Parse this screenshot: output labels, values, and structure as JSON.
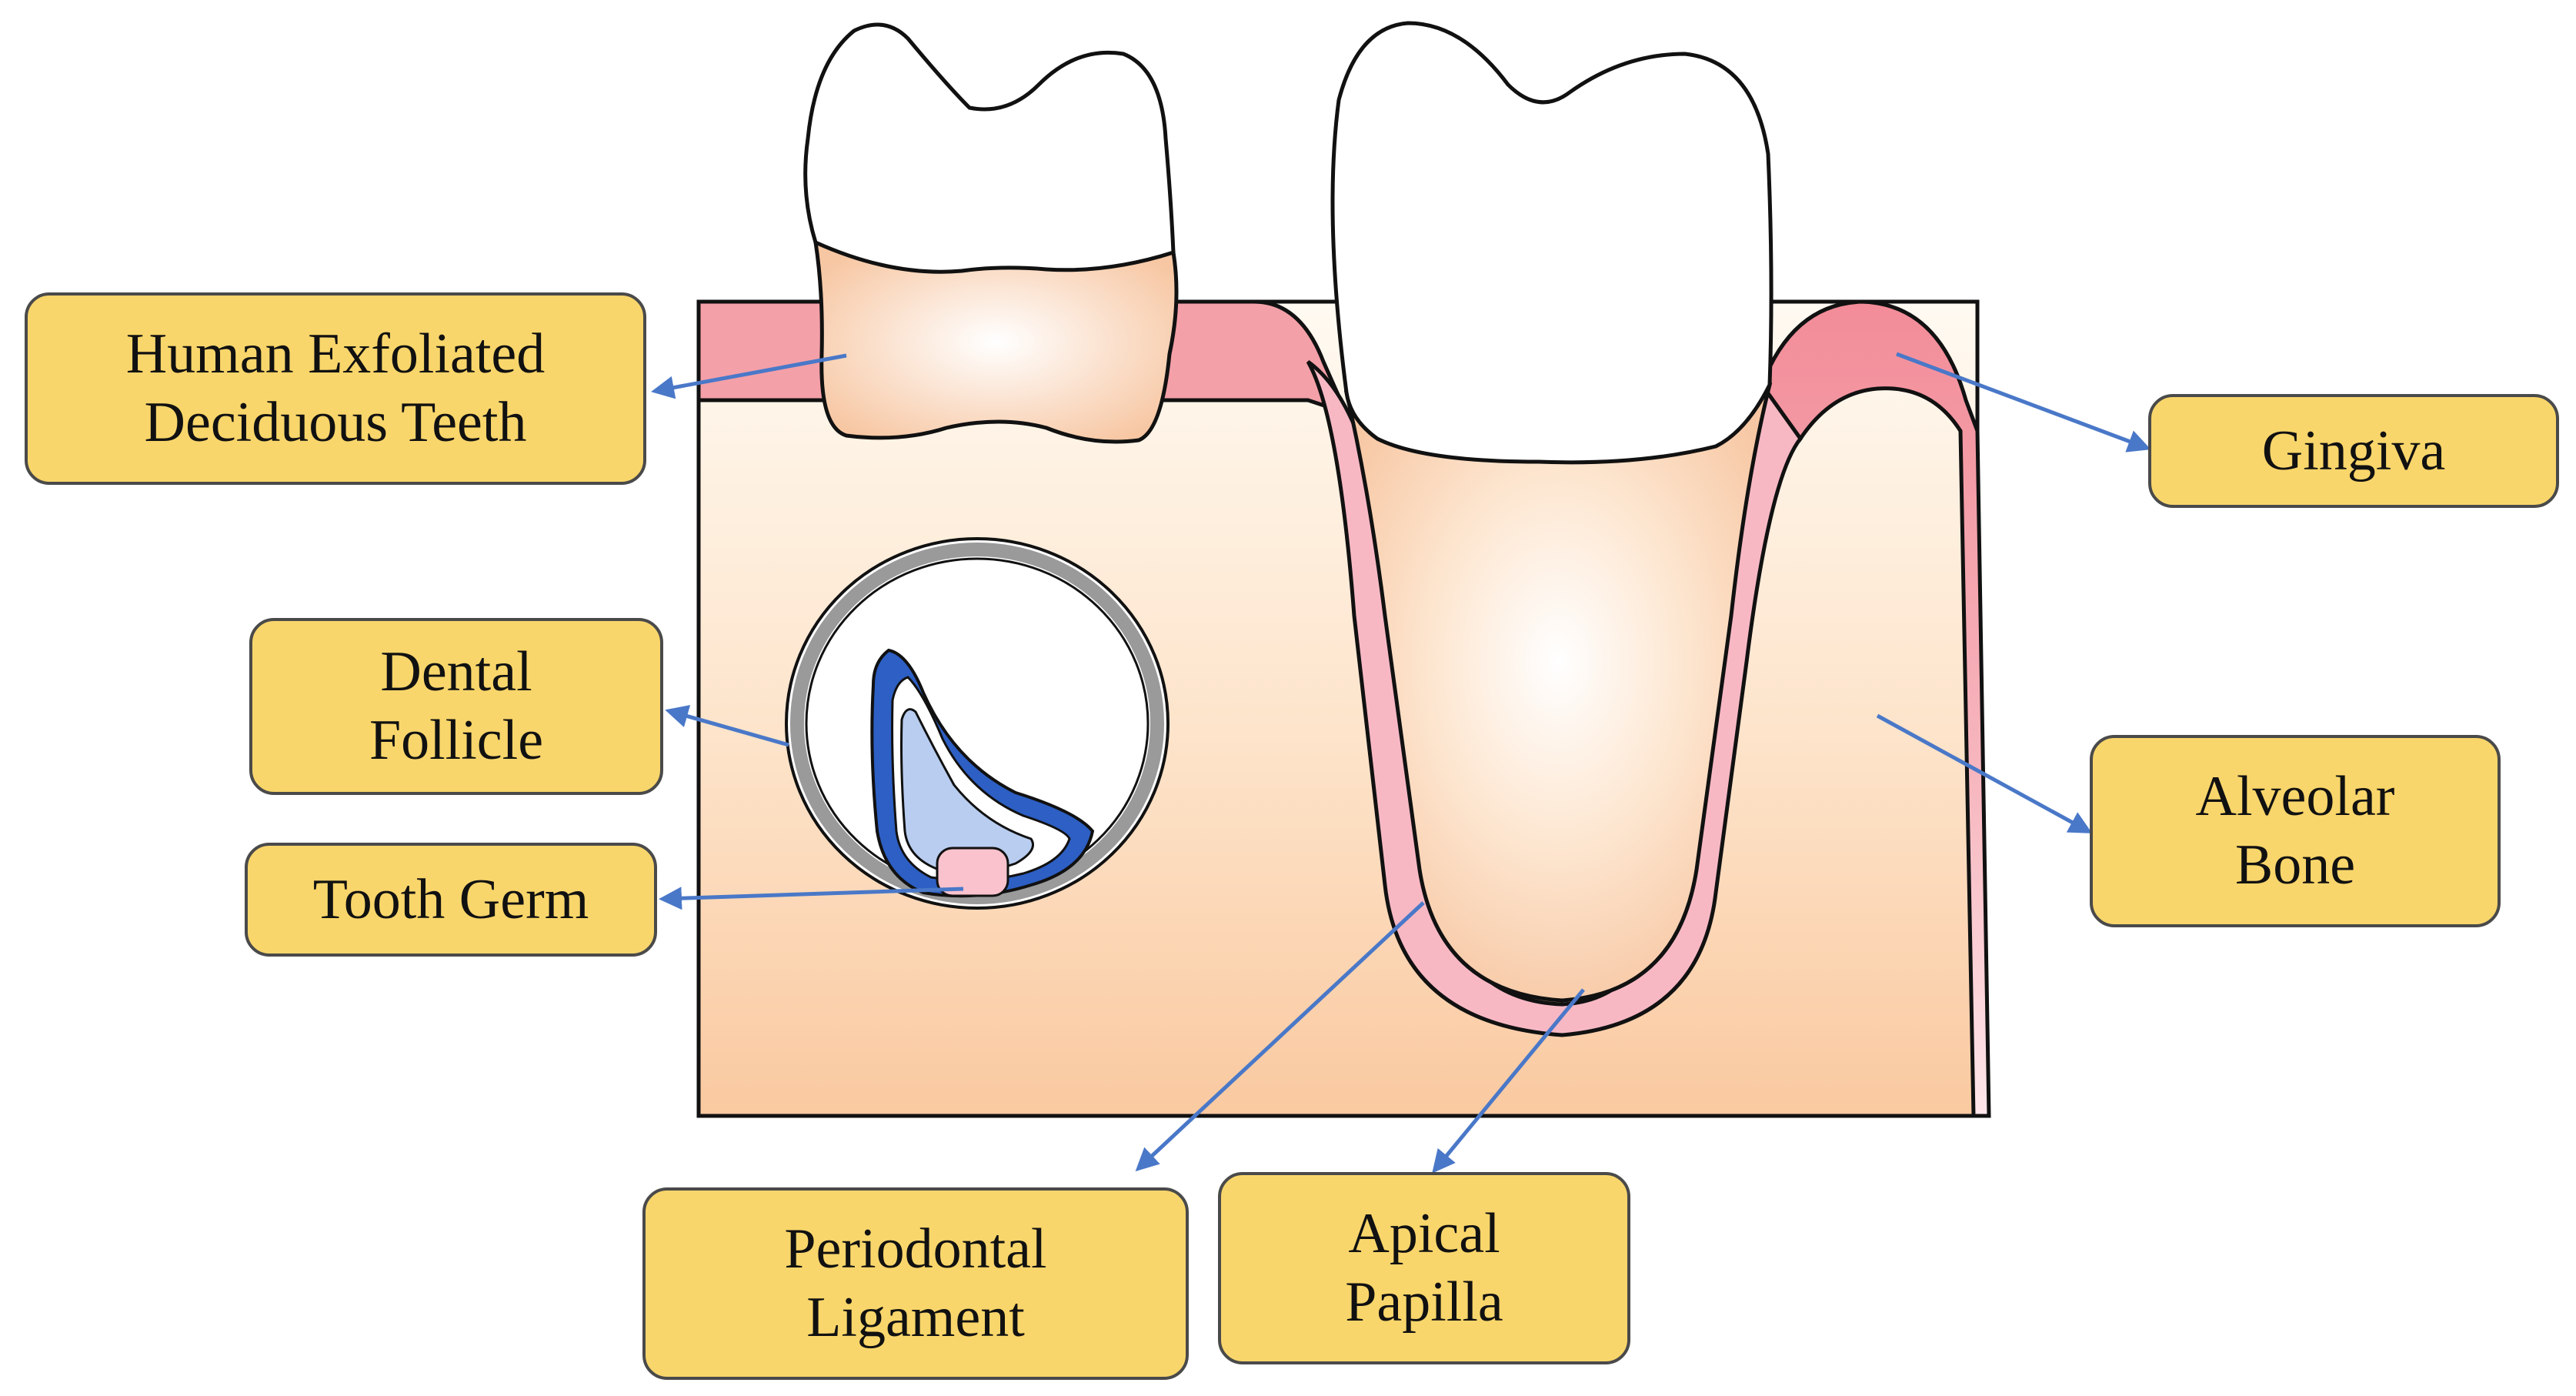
{
  "diagram": {
    "labels": {
      "hedt": "Human Exfoliated\nDeciduous Teeth",
      "gingiva": "Gingiva",
      "dental_follicle": "Dental\nFollicle",
      "tooth_germ": "Tooth Germ",
      "alveolar_bone": "Alveolar\nBone",
      "periodontal_ligament": "Periodontal\nLigament",
      "apical_papilla": "Apical\nPapilla"
    },
    "colors": {
      "label_fill": "#f9d66b",
      "gingiva": "#f4a0a8",
      "bone_light": "#fffaf2",
      "bone_dark": "#fac9a0",
      "enamel": "#ffffff",
      "arrow": "#4a78c8",
      "follicle_ring": "#9a9a9a",
      "germ_dark_blue": "#2d5fc4",
      "germ_light_blue": "#b8cdf0",
      "tooth_germ_core": "#f9c2cc"
    }
  }
}
